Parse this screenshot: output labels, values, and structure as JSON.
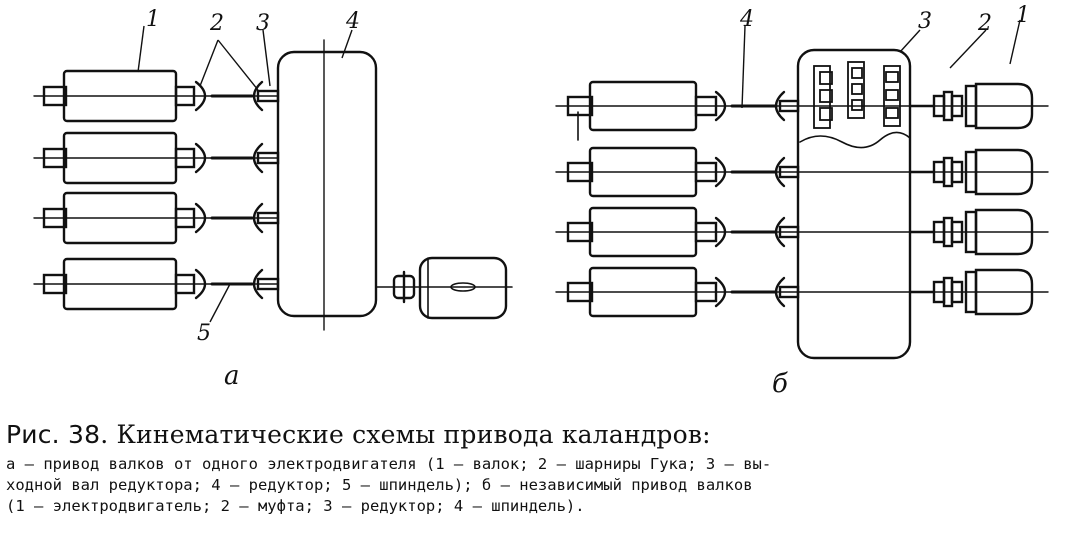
{
  "labels_a": {
    "roll": "1",
    "hooke_joints": "2",
    "output_shaft": "3",
    "reducer": "4",
    "spindle": "5",
    "subfig": "а"
  },
  "labels_b": {
    "motor": "1",
    "coupling": "2",
    "reducer": "3",
    "spindle": "4",
    "subfig": "б"
  },
  "caption": {
    "fig_prefix": "Рис.",
    "fig_number": "38",
    "title": ". Кинематические схемы привода каландров:",
    "line1": "а — привод валков от одного электродвигателя (1 — валок; 2 — шарниры Гука; 3 — вы-",
    "line2": "ходной вал редуктора; 4 — редуктор; 5 — шпиндель); б — независимый привод валков",
    "line3": "(1 — электродвигатель; 2 — муфта; 3 — редуктор; 4 — шпиндель)."
  }
}
